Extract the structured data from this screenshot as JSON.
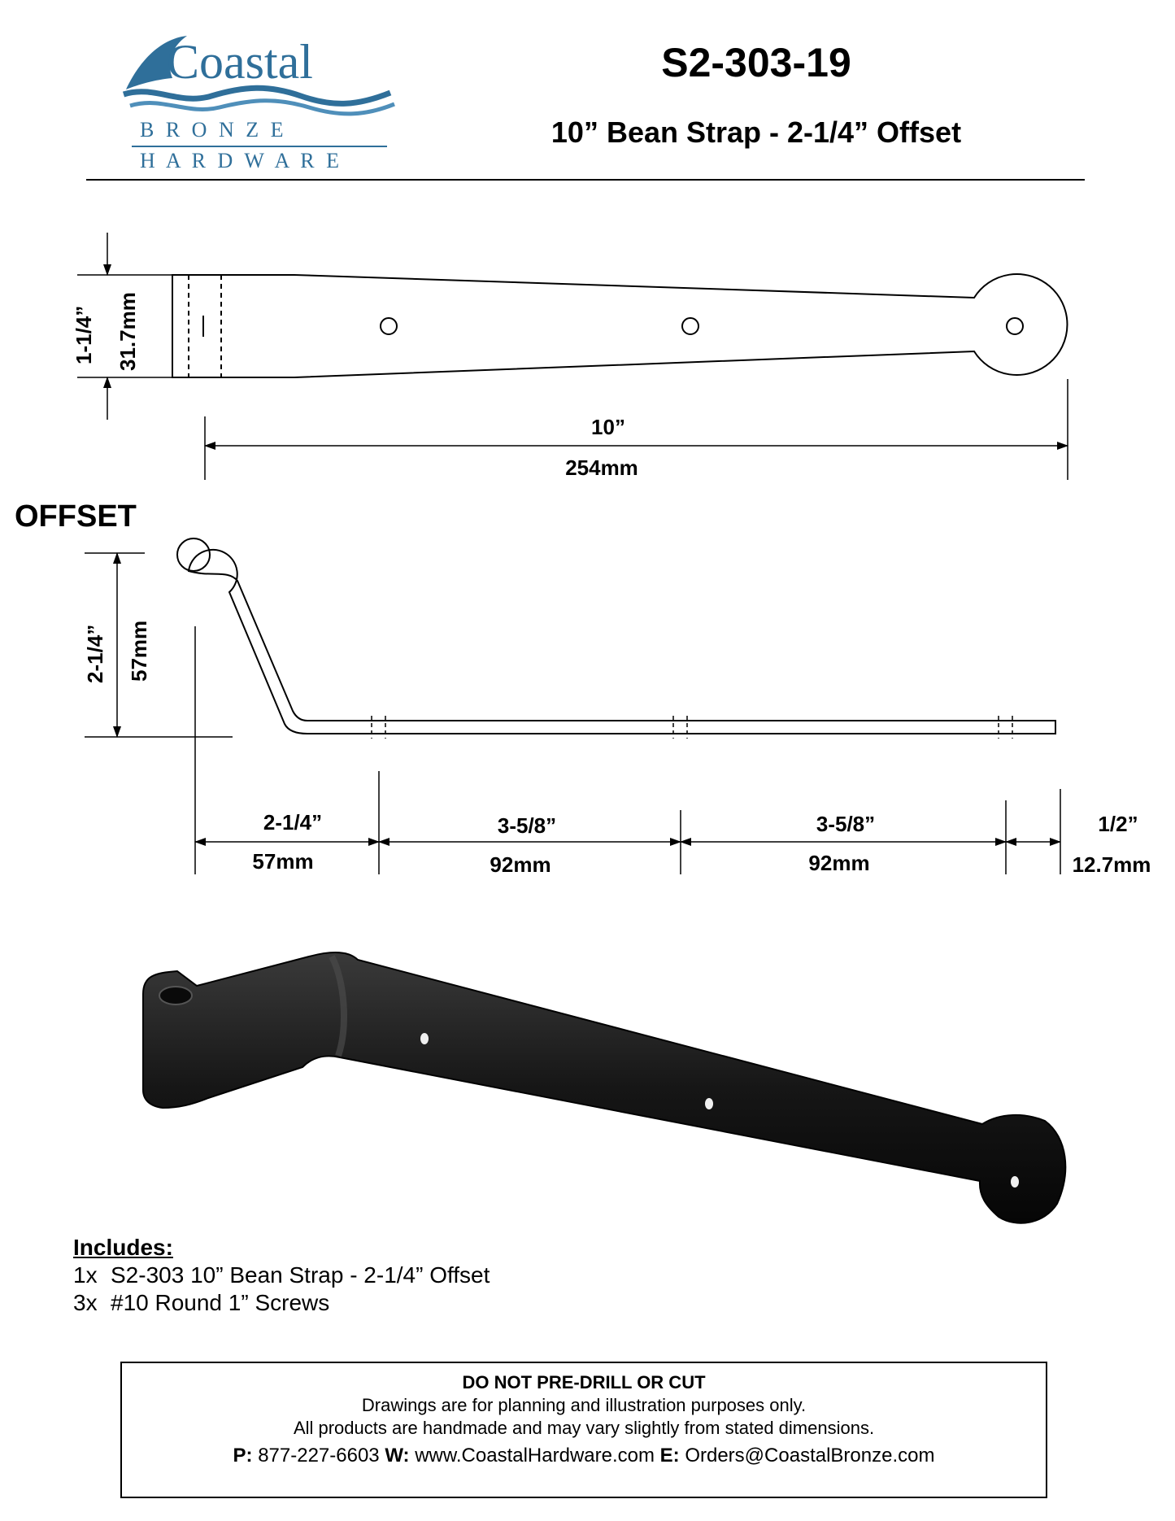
{
  "logo": {
    "name": "Coastal",
    "line1": "B R O N Z E",
    "line2": "H A R D W A R E",
    "colors": {
      "primary": "#2f6f9a",
      "wave": "#4f8fba"
    }
  },
  "header": {
    "sku": "S2-303-19",
    "title": "10” Bean Strap - 2-1/4” Offset"
  },
  "top_view": {
    "height_in": "1-1/4”",
    "height_mm": "31.7mm",
    "length_in": "10”",
    "length_mm": "254mm"
  },
  "offset_view": {
    "label": "OFFSET",
    "offset_in": "2-1/4”",
    "offset_mm": "57mm",
    "spacings": [
      {
        "in": "2-1/4”",
        "mm": "57mm"
      },
      {
        "in": "3-5/8”",
        "mm": "92mm"
      },
      {
        "in": "3-5/8”",
        "mm": "92mm"
      },
      {
        "in": "1/2”",
        "mm": "12.7mm"
      }
    ]
  },
  "includes": {
    "title": "Includes:",
    "items": [
      {
        "qty": "1x",
        "desc": "S2-303 10” Bean Strap - 2-1/4” Offset"
      },
      {
        "qty": "3x",
        "desc": "#10 Round 1” Screws"
      }
    ]
  },
  "footer": {
    "warning": "DO NOT PRE-DRILL OR CUT",
    "note1": "Drawings are for planning and illustration purposes only.",
    "note2": "All products are handmade and may vary slightly from stated dimensions.",
    "phone_label": "P:",
    "phone": "877-227-6603",
    "web_label": "W:",
    "web": "www.CoastalHardware.com",
    "email_label": "E:",
    "email": "Orders@CoastalBronze.com"
  }
}
